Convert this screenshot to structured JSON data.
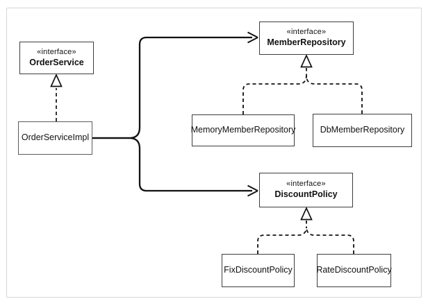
{
  "diagram": {
    "kind": "uml-class-diagram",
    "stereotype_label": "«interface»",
    "nodes": {
      "order_service": {
        "stereotype": "«interface»",
        "name": "OrderService"
      },
      "order_service_impl": {
        "name": "OrderServiceImpl"
      },
      "member_repository": {
        "stereotype": "«interface»",
        "name": "MemberRepository"
      },
      "memory_member_repository": {
        "name": "MemoryMemberRepository"
      },
      "db_member_repository": {
        "name": "DbMemberRepository"
      },
      "discount_policy": {
        "stereotype": "«interface»",
        "name": "DiscountPolicy"
      },
      "fix_discount_policy": {
        "name": "FixDiscountPolicy"
      },
      "rate_discount_policy": {
        "name": "RateDiscountPolicy"
      }
    },
    "edges": [
      {
        "type": "realization",
        "from": "OrderServiceImpl",
        "to": "OrderService"
      },
      {
        "type": "dependency",
        "from": "OrderServiceImpl",
        "to": "MemberRepository"
      },
      {
        "type": "dependency",
        "from": "OrderServiceImpl",
        "to": "DiscountPolicy"
      },
      {
        "type": "realization",
        "from": "MemoryMemberRepository",
        "to": "MemberRepository"
      },
      {
        "type": "realization",
        "from": "DbMemberRepository",
        "to": "MemberRepository"
      },
      {
        "type": "realization",
        "from": "FixDiscountPolicy",
        "to": "DiscountPolicy"
      },
      {
        "type": "realization",
        "from": "RateDiscountPolicy",
        "to": "DiscountPolicy"
      }
    ],
    "colors": {
      "line": "#111111",
      "box_border": "#3c3c3c",
      "frame_border": "#d7d7d7",
      "background": "#ffffff"
    }
  }
}
